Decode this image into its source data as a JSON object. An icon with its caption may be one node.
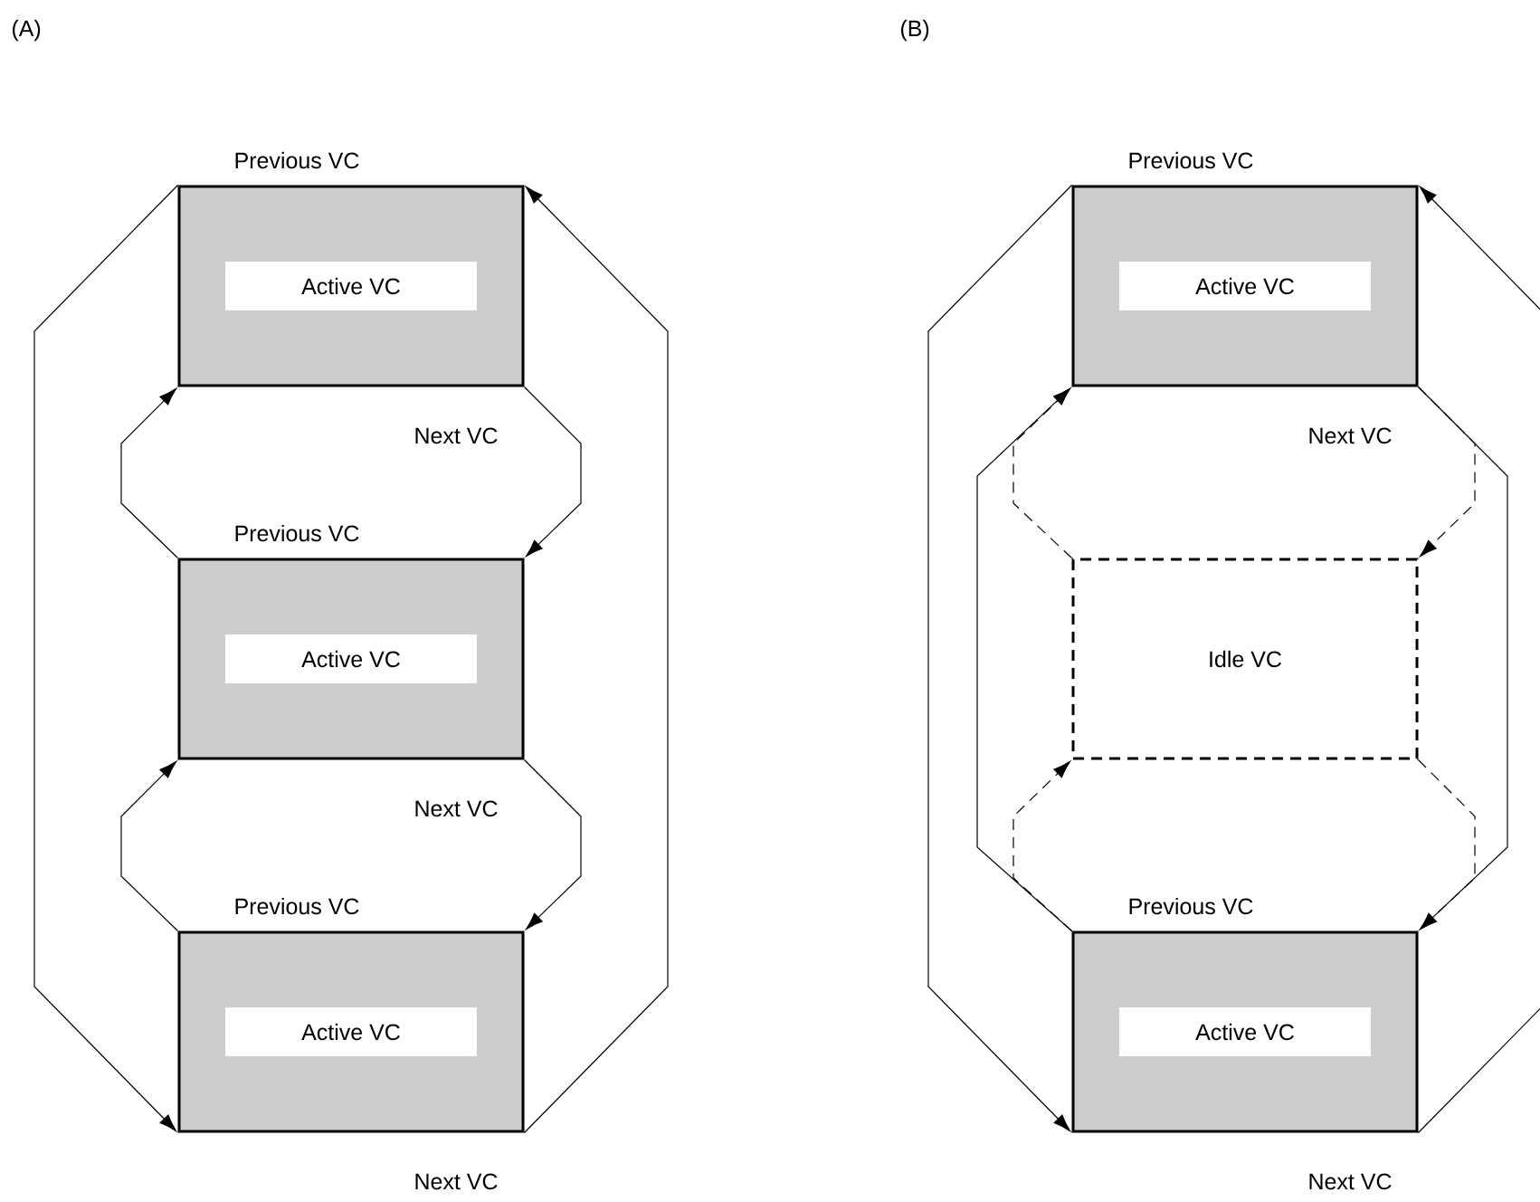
{
  "diagram": {
    "nodes": [
      {
        "text": [
          "Previous VC"
        ],
        "beside": [
          "Next VC"
        ]
      },
      {
        "text": [
          "Active VC"
        ],
        "in": 0
      },
      {
        "text": [
          "Previous VC"
        ],
        "beside": [
          "Next VC"
        ]
      },
      {
        "text": [
          "Active VC"
        ],
        "in": 2
      },
      {
        "text": [
          "Previous VC"
        ],
        "beside": [
          "Next VC"
        ]
      },
      {
        "text": [
          "Active VC"
        ],
        "in": 4
      },
      {
        "text": [
          "Previous VC"
        ],
        "beside": [
          "Next VC"
        ]
      },
      {
        "text": [
          "Active VC"
        ],
        "in": 6
      },
      {
        "text": [
          "Idle VC"
        ]
      },
      {
        "text": [
          "Previous VC"
        ],
        "beside": [
          "Next VC"
        ]
      },
      {
        "text": [
          "Active VC"
        ],
        "in": 9
      }
    ],
    "edges": [
      {
        "from": 0,
        "to": 2,
        "arrow": "to"
      },
      {
        "from": 2,
        "to": 0,
        "arrow": "to"
      },
      {
        "from": 2,
        "to": 4,
        "arrow": "to"
      },
      {
        "from": 4,
        "to": 2,
        "arrow": "to"
      },
      {
        "from": 0,
        "to": 4,
        "arrow": "to"
      },
      {
        "from": 4,
        "to": 0,
        "arrow": "to"
      },
      {
        "from": 6,
        "to": 9,
        "arrow": "to"
      },
      {
        "from": 9,
        "to": 6,
        "arrow": "to"
      },
      {
        "from": 6,
        "to": 8,
        "arrow": "to",
        "style": "dashed"
      },
      {
        "from": 8,
        "to": 6,
        "arrow": "to",
        "style": "dashed"
      },
      {
        "from": 8,
        "to": 9,
        "arrow": "to",
        "style": "dashed"
      },
      {
        "from": 9,
        "to": 8,
        "arrow": "to",
        "style": "dashed"
      },
      {
        "from": 6,
        "to": 9,
        "arrow": "to"
      },
      {
        "from": 9,
        "to": 6,
        "arrow": "to"
      }
    ],
    "labels": [
      "(A)",
      "(B)"
    ]
  }
}
